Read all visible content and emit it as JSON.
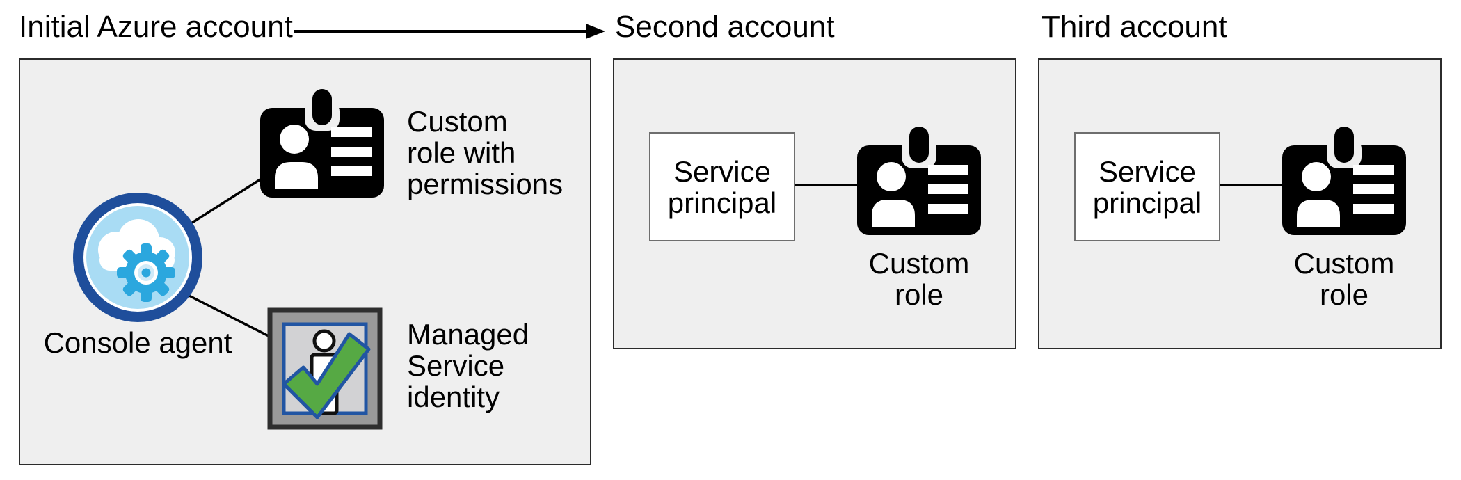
{
  "titles": {
    "initial": "Initial Azure account",
    "second": "Second account",
    "third": "Third account"
  },
  "initial_account": {
    "console_agent_label": "Console agent",
    "custom_role_label": "Custom\nrole with\npermissions",
    "msi_label": "Managed\nService\nidentity"
  },
  "accounts": [
    {
      "service_principal": "Service\nprincipal",
      "custom_role": "Custom\nrole"
    },
    {
      "service_principal": "Service\nprincipal",
      "custom_role": "Custom\nrole"
    }
  ],
  "icons": {
    "flow_arrow": "right-arrow-icon",
    "console_agent": "cloud-gear-icon",
    "custom_role": "id-badge-icon",
    "managed_service_identity": "verified-person-icon"
  },
  "colors": {
    "panel_bg": "#EFEFEF",
    "panel_border": "#2B2B2B",
    "spbox_border": "#6E6E6E",
    "ring_blue": "#1F4E9B",
    "sky_blue": "#A9DCF4",
    "sky_light": "#CFEAF8",
    "gear_blue": "#2BA7DE",
    "msi_gray": "#999999",
    "msi_inner": "#D2D2D4",
    "msi_blue": "#2155A3",
    "msi_outline": "#2E2E2E",
    "check_green": "#56A944",
    "line_black": "#000000"
  }
}
